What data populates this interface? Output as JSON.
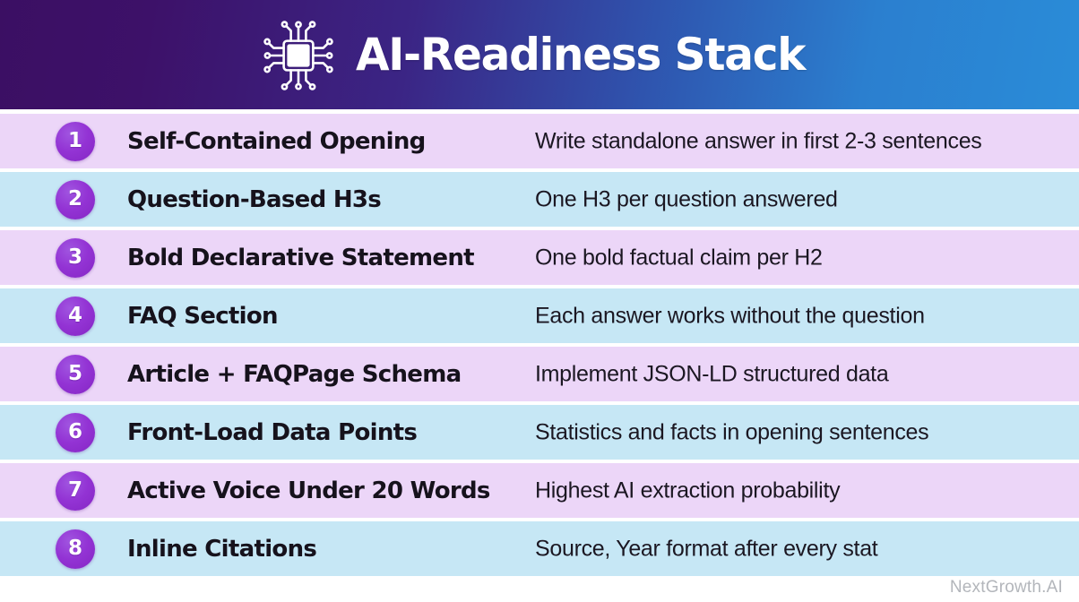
{
  "header": {
    "title": "AI-Readiness Stack",
    "icon": "microchip-icon",
    "gradient_from": "#3b0f63",
    "gradient_to": "#2a8cd8"
  },
  "theme": {
    "row_lavender": "#ecd6f8",
    "row_blue": "#c6e7f5",
    "badge_purple": "#9333d4",
    "title_text": "#16121c",
    "desc_text": "#1b1722",
    "footer_text": "#b3b6bb"
  },
  "rows": [
    {
      "number": "1",
      "title": "Self-Contained Opening",
      "desc": "Write standalone answer in first 2-3 sentences",
      "tint": "lavender"
    },
    {
      "number": "2",
      "title": "Question-Based H3s",
      "desc": "One H3 per question answered",
      "tint": "blue"
    },
    {
      "number": "3",
      "title": "Bold Declarative Statement",
      "desc": "One bold factual claim per H2",
      "tint": "lavender"
    },
    {
      "number": "4",
      "title": "FAQ Section",
      "desc": "Each answer works without the question",
      "tint": "blue"
    },
    {
      "number": "5",
      "title": "Article + FAQPage Schema",
      "desc": "Implement JSON-LD structured data",
      "tint": "lavender"
    },
    {
      "number": "6",
      "title": "Front-Load Data Points",
      "desc": "Statistics and facts in opening sentences",
      "tint": "blue"
    },
    {
      "number": "7",
      "title": "Active Voice Under 20 Words",
      "desc": "Highest AI extraction probability",
      "tint": "lavender"
    },
    {
      "number": "8",
      "title": "Inline Citations",
      "desc": "Source, Year format after every stat",
      "tint": "blue"
    }
  ],
  "footer": {
    "brand": "NextGrowth.AI"
  }
}
